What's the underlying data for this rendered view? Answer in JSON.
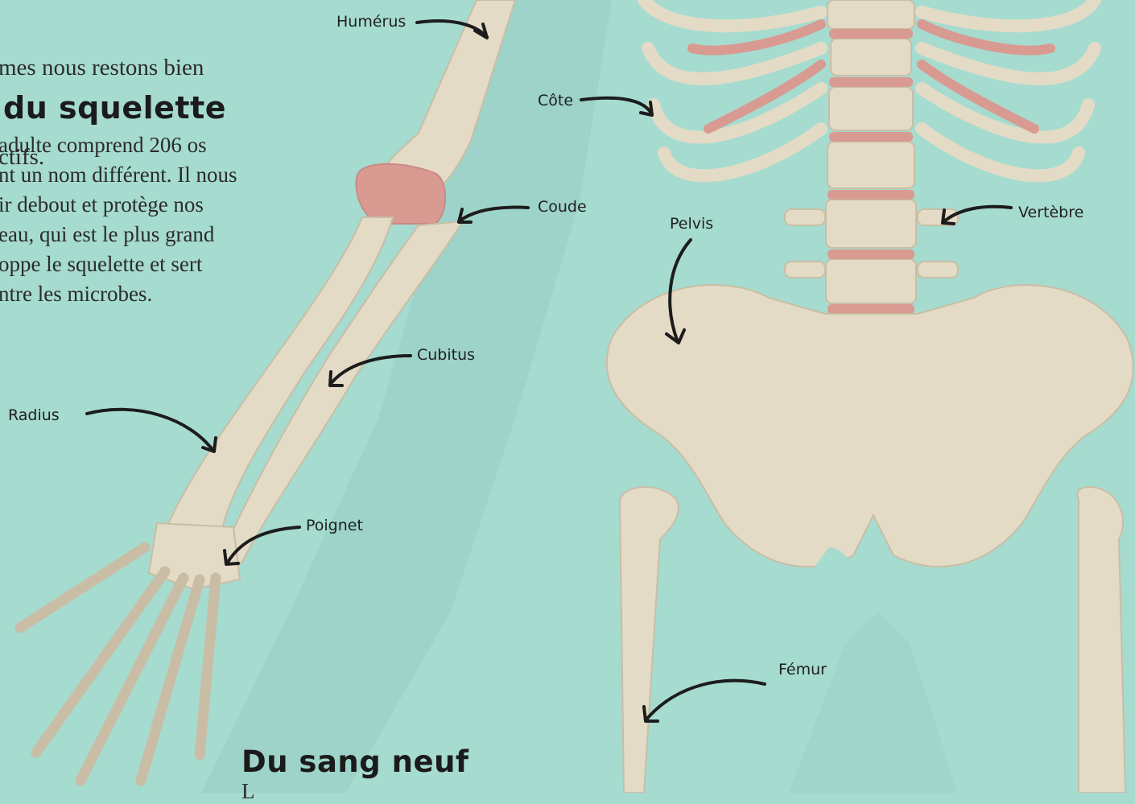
{
  "intro": {
    "line1": "mes nous restons bien",
    "line2": "ctifs."
  },
  "section1": {
    "title": "du squelette",
    "lines": [
      "adulte comprend 206 os",
      "nt un nom différent. Il nous",
      "ir debout et protège nos",
      "eau, qui est le plus grand",
      "oppe le squelette et sert",
      "ntre les microbes."
    ]
  },
  "section2": {
    "title": "Du sang neuf",
    "partial": "L"
  },
  "labels": {
    "humerus": "Humérus",
    "cote": "Côte",
    "coude": "Coude",
    "cubitus": "Cubitus",
    "radius": "Radius",
    "poignet": "Poignet",
    "vertebre": "Vertèbre",
    "pelvis": "Pelvis",
    "femur": "Fémur"
  },
  "colors": {
    "background": "#a6dbd0",
    "bone": "#e4dbc6",
    "cartilage": "#d99a92",
    "arrow": "#1c1c1c"
  }
}
